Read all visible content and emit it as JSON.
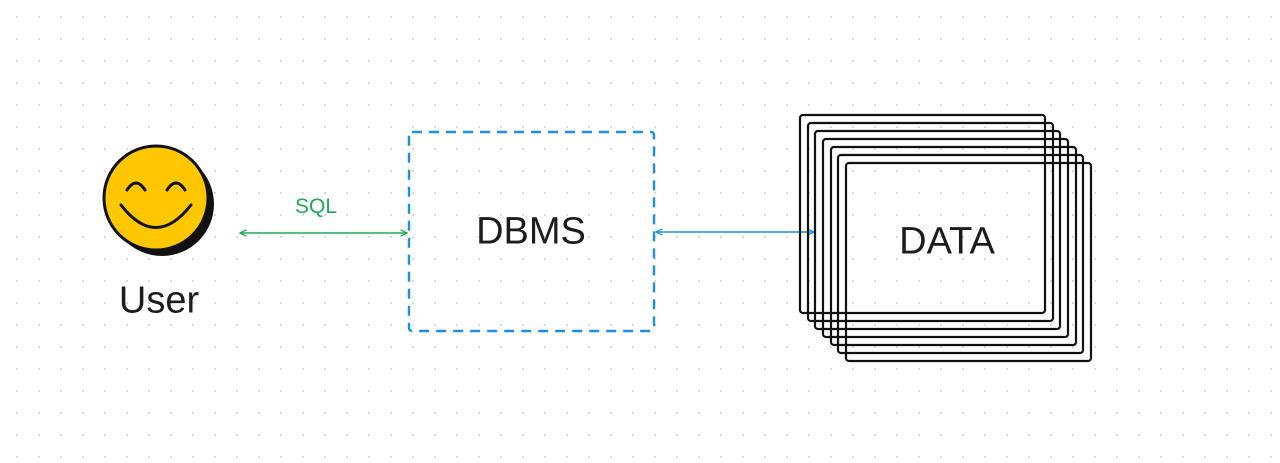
{
  "user": {
    "label": "User",
    "icon": "smiling-face-icon",
    "face_color": "#FFC700"
  },
  "dbms": {
    "label": "DBMS",
    "border_color": "#1E8FE1",
    "border_style": "dashed"
  },
  "data_store": {
    "label": "DATA",
    "stacked_frames": 7
  },
  "connections": [
    {
      "from": "User",
      "to": "DBMS",
      "label": "SQL",
      "color": "#1FA855",
      "direction": "bidirectional"
    },
    {
      "from": "DBMS",
      "to": "DATA",
      "label": "",
      "color": "#1E8FE1",
      "direction": "bidirectional"
    }
  ]
}
